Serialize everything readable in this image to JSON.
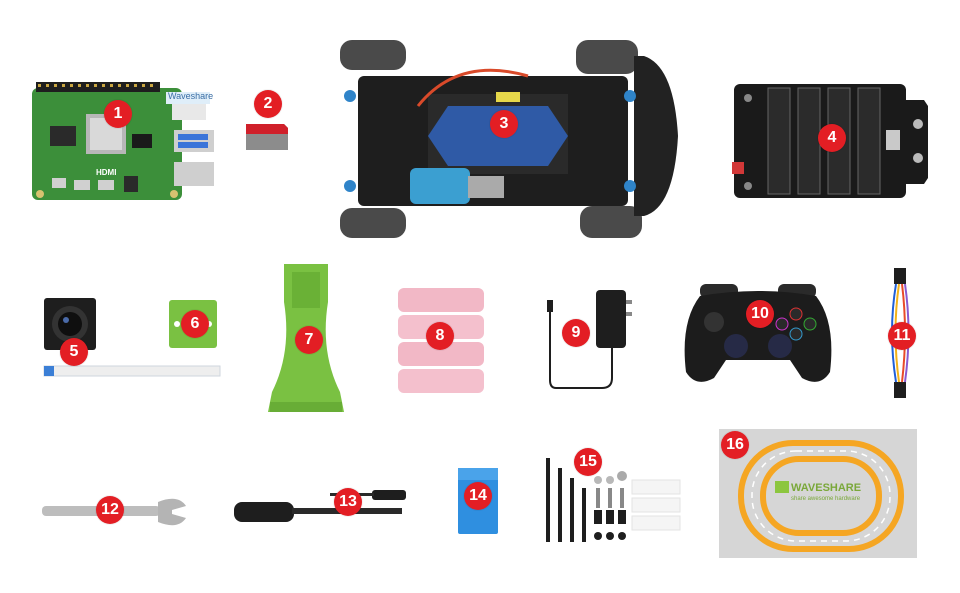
{
  "badges": {
    "b1": "1",
    "b2": "2",
    "b3": "3",
    "b4": "4",
    "b5": "5",
    "b6": "6",
    "b7": "7",
    "b8": "8",
    "b9": "9",
    "b10": "10",
    "b11": "11",
    "b12": "12",
    "b13": "13",
    "b14": "14",
    "b15": "15",
    "b16": "16"
  },
  "board": {
    "brand_label": "Waveshare",
    "hdmi_label": "HDMI"
  },
  "map": {
    "brand": "WAVESHARE",
    "tagline": "share awesome hardware"
  },
  "colors": {
    "badge": "#e31e24",
    "pcb_green": "#3c8f3a",
    "bracket_green": "#7ac142",
    "battery_pink": "#f2b8c6",
    "track_orange": "#f5a623",
    "mat_gray": "#d6d6d6",
    "tape_blue": "#2f8fe0"
  }
}
